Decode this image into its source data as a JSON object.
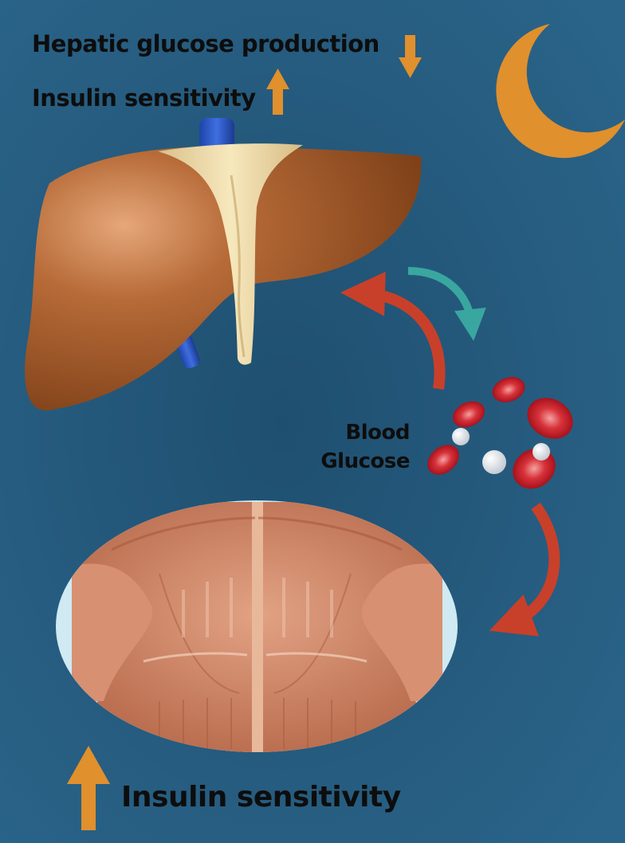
{
  "labels": {
    "hepatic_glucose_production": "Hepatic glucose production",
    "insulin_sensitivity_liver": "Insulin sensitivity",
    "blood_glucose_line1": "Blood",
    "blood_glucose_line2": "Glucose",
    "insulin_sensitivity_muscle": "Insulin sensitivity"
  },
  "indicators": {
    "hepatic_glucose_production": "decrease",
    "insulin_sensitivity_liver": "increase",
    "insulin_sensitivity_muscle": "increase"
  },
  "colors": {
    "background": "#235a80",
    "indicator_arrow": "#e0902c",
    "flow_arrow_red": "#c8402a",
    "flow_arrow_teal": "#3aa6a0",
    "moon": "#e0902c",
    "liver": "#9a5226",
    "muscle": "#c77a5a",
    "red_blood_cell": "#c81e28",
    "glucose_molecule": "#f0f0f0"
  },
  "icons": [
    "moon-icon",
    "liver-illustration",
    "muscle-illustration",
    "blood-cells-illustration"
  ]
}
